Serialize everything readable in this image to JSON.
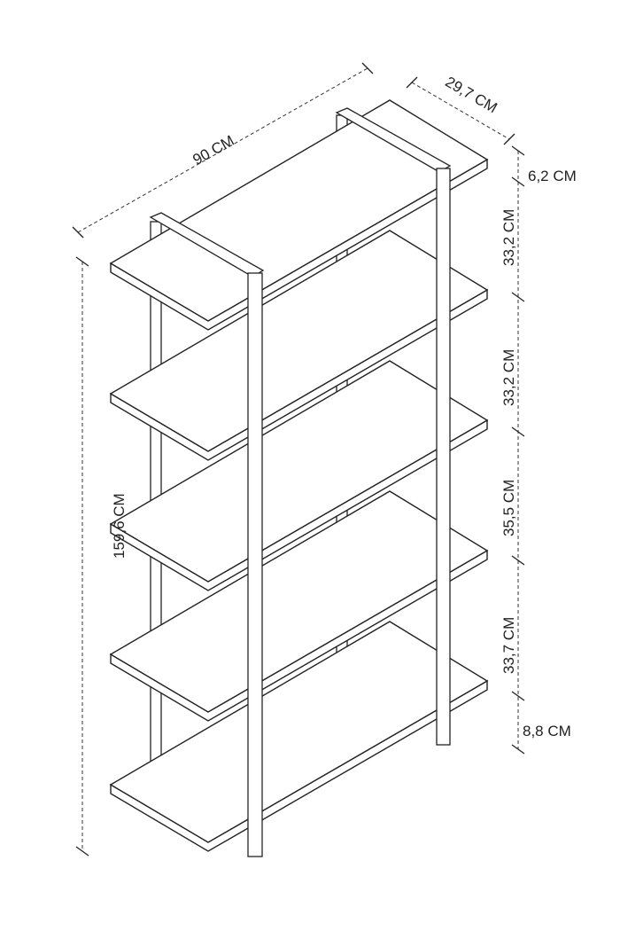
{
  "dimensions": {
    "width": "90 CM",
    "depth": "29,7 CM",
    "height": "159,6 CM",
    "top_gap": "6,2 CM",
    "gap_1": "33,2 CM",
    "gap_2": "33,2 CM",
    "gap_3": "35,5 CM",
    "gap_4": "33,7 CM",
    "bottom_gap": "8,8 CM"
  },
  "colors": {
    "line": "#222222",
    "background": "#ffffff"
  }
}
